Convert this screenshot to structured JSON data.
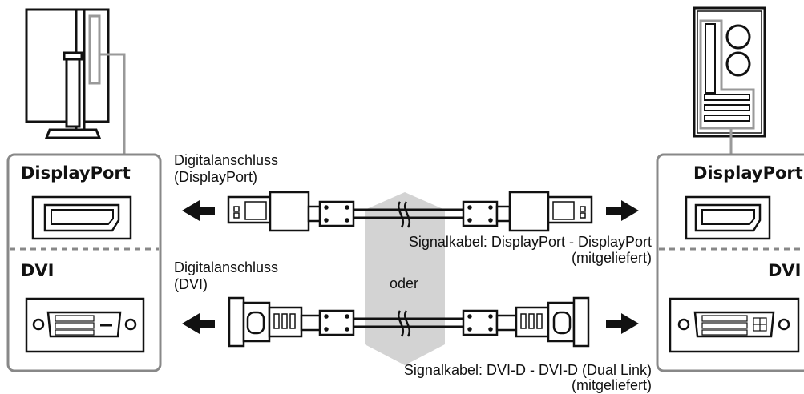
{
  "left_panel": {
    "port_displayport": "DisplayPort",
    "port_dvi": "DVI"
  },
  "right_panel": {
    "port_displayport": "DisplayPort",
    "port_dvi": "DVI"
  },
  "labels": {
    "dp_connector_line1": "Digitalanschluss",
    "dp_connector_line2": "(DisplayPort)",
    "dvi_connector_line1": "Digitalanschluss",
    "dvi_connector_line2": "(DVI)",
    "dp_cable_line1": "Signalkabel: DisplayPort - DisplayPort",
    "dp_cable_line2": "(mitgeliefert)",
    "or": "oder",
    "dvi_cable_line1": "Signalkabel: DVI-D - DVI-D (Dual Link)",
    "dvi_cable_line2": "(mitgeliefert)"
  }
}
